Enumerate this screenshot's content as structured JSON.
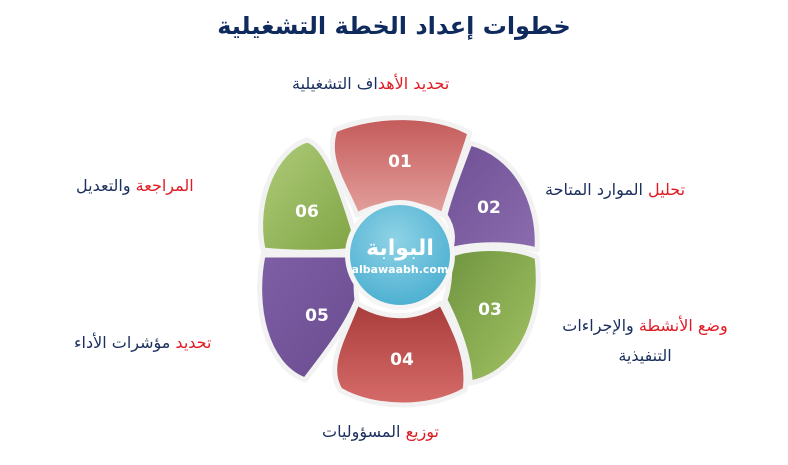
{
  "title": "خطوات إعداد الخطة التشغيلية",
  "colors": {
    "title": "#0f2a5c",
    "text": "#1b2f5e",
    "highlight": "#e01b24",
    "petal_01": "#d47a78",
    "petal_02": "#7b5c9e",
    "petal_03": "#8fb04f",
    "petal_04": "#b84a48",
    "petal_05": "#7b5c9e",
    "petal_06": "#8fb04f",
    "center": "#6cc0d8"
  },
  "center_logo": {
    "arabic": "البوابة",
    "url": "albawaabh.com"
  },
  "steps": [
    {
      "number": "01",
      "highlight": "تحديد الأهد",
      "rest": "اف التشغيلية",
      "line2": ""
    },
    {
      "number": "02",
      "highlight": "تحليل",
      "rest": " الموارد المتاحة",
      "line2": ""
    },
    {
      "number": "03",
      "highlight": "وضع الأنشطة",
      "rest": " والإجراءات",
      "line2": "التنفيذية"
    },
    {
      "number": "04",
      "highlight": "توزيع",
      "rest": " المسؤوليات",
      "line2": ""
    },
    {
      "number": "05",
      "highlight": "تحديد",
      "rest": " مؤشرات الأداء",
      "line2": ""
    },
    {
      "number": "06",
      "highlight": "المراجعة",
      "rest": " والتعديل",
      "line2": ""
    }
  ]
}
